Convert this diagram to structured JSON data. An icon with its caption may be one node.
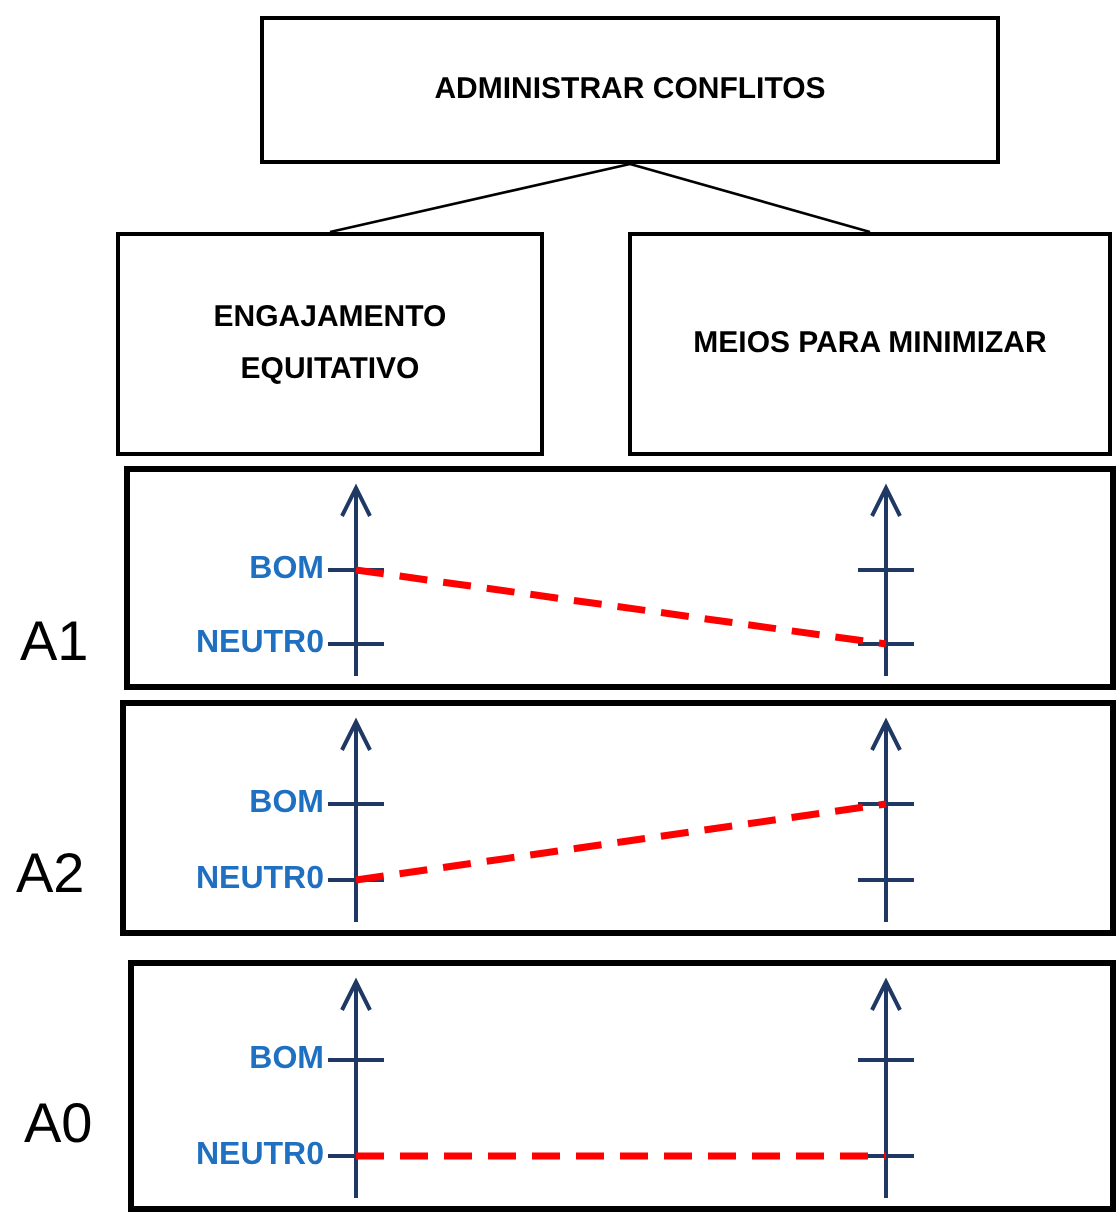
{
  "diagram": {
    "nodes": [
      {
        "text": [
          "ADMINISTRAR CONFLITOS"
        ]
      },
      {
        "text": [
          "ENGAJAMENTO EQUITATIVO"
        ]
      },
      {
        "text": [
          "MEIOS PARA MINIMIZAR"
        ]
      },
      {
        "text": [
          "BOM",
          "NEUTR0"
        ],
        "beside": [
          "A1"
        ]
      },
      {
        "text": [
          "BOM",
          "NEUTR0"
        ],
        "beside": [
          "A2"
        ]
      },
      {
        "text": [
          "BOM",
          "NEUTR0"
        ],
        "beside": [
          "A0"
        ]
      }
    ],
    "edges": [
      {
        "from": 0,
        "to": 1,
        "arrow": "none"
      },
      {
        "from": 0,
        "to": 2,
        "arrow": "none"
      }
    ]
  }
}
